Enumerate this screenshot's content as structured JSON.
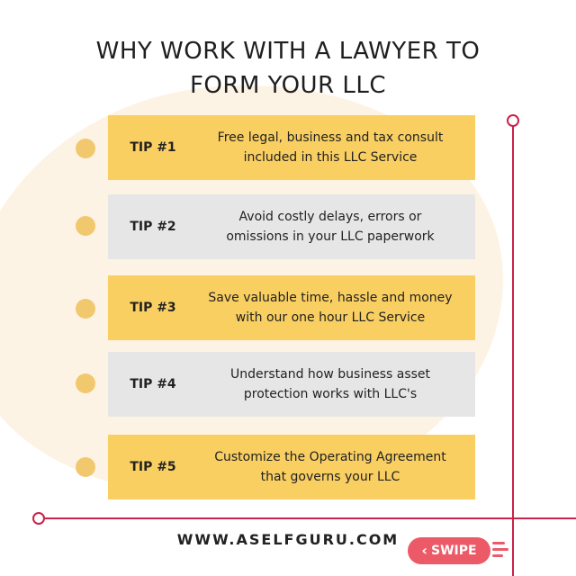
{
  "title_line1": "WHY WORK WITH A LAWYER TO",
  "title_line2": "FORM YOUR LLC",
  "tips": [
    {
      "label": "TIP #1",
      "line1": "Free legal, business and tax consult",
      "line2": "included in this LLC Service",
      "style": "gold"
    },
    {
      "label": "TIP #2",
      "line1": "Avoid costly delays, errors or",
      "line2": "omissions in your LLC paperwork",
      "style": "gray"
    },
    {
      "label": "TIP #3",
      "line1": "Save valuable time, hassle and money",
      "line2": "with our one hour LLC Service",
      "style": "gold"
    },
    {
      "label": "TIP #4",
      "line1": "Understand how business asset",
      "line2": "protection works with LLC's",
      "style": "gray"
    },
    {
      "label": "TIP #5",
      "line1": "Customize the Operating Agreement",
      "line2": "that governs your LLC",
      "style": "gold"
    }
  ],
  "footer_url": "WWW.ASELFGURU.COM",
  "swipe_label": "SWIPE",
  "colors": {
    "accent": "#c8234a",
    "gold": "#f9cf62",
    "gray": "#e6e6e6",
    "bullet": "#f2c86e",
    "swipe": "#ec5a67"
  }
}
